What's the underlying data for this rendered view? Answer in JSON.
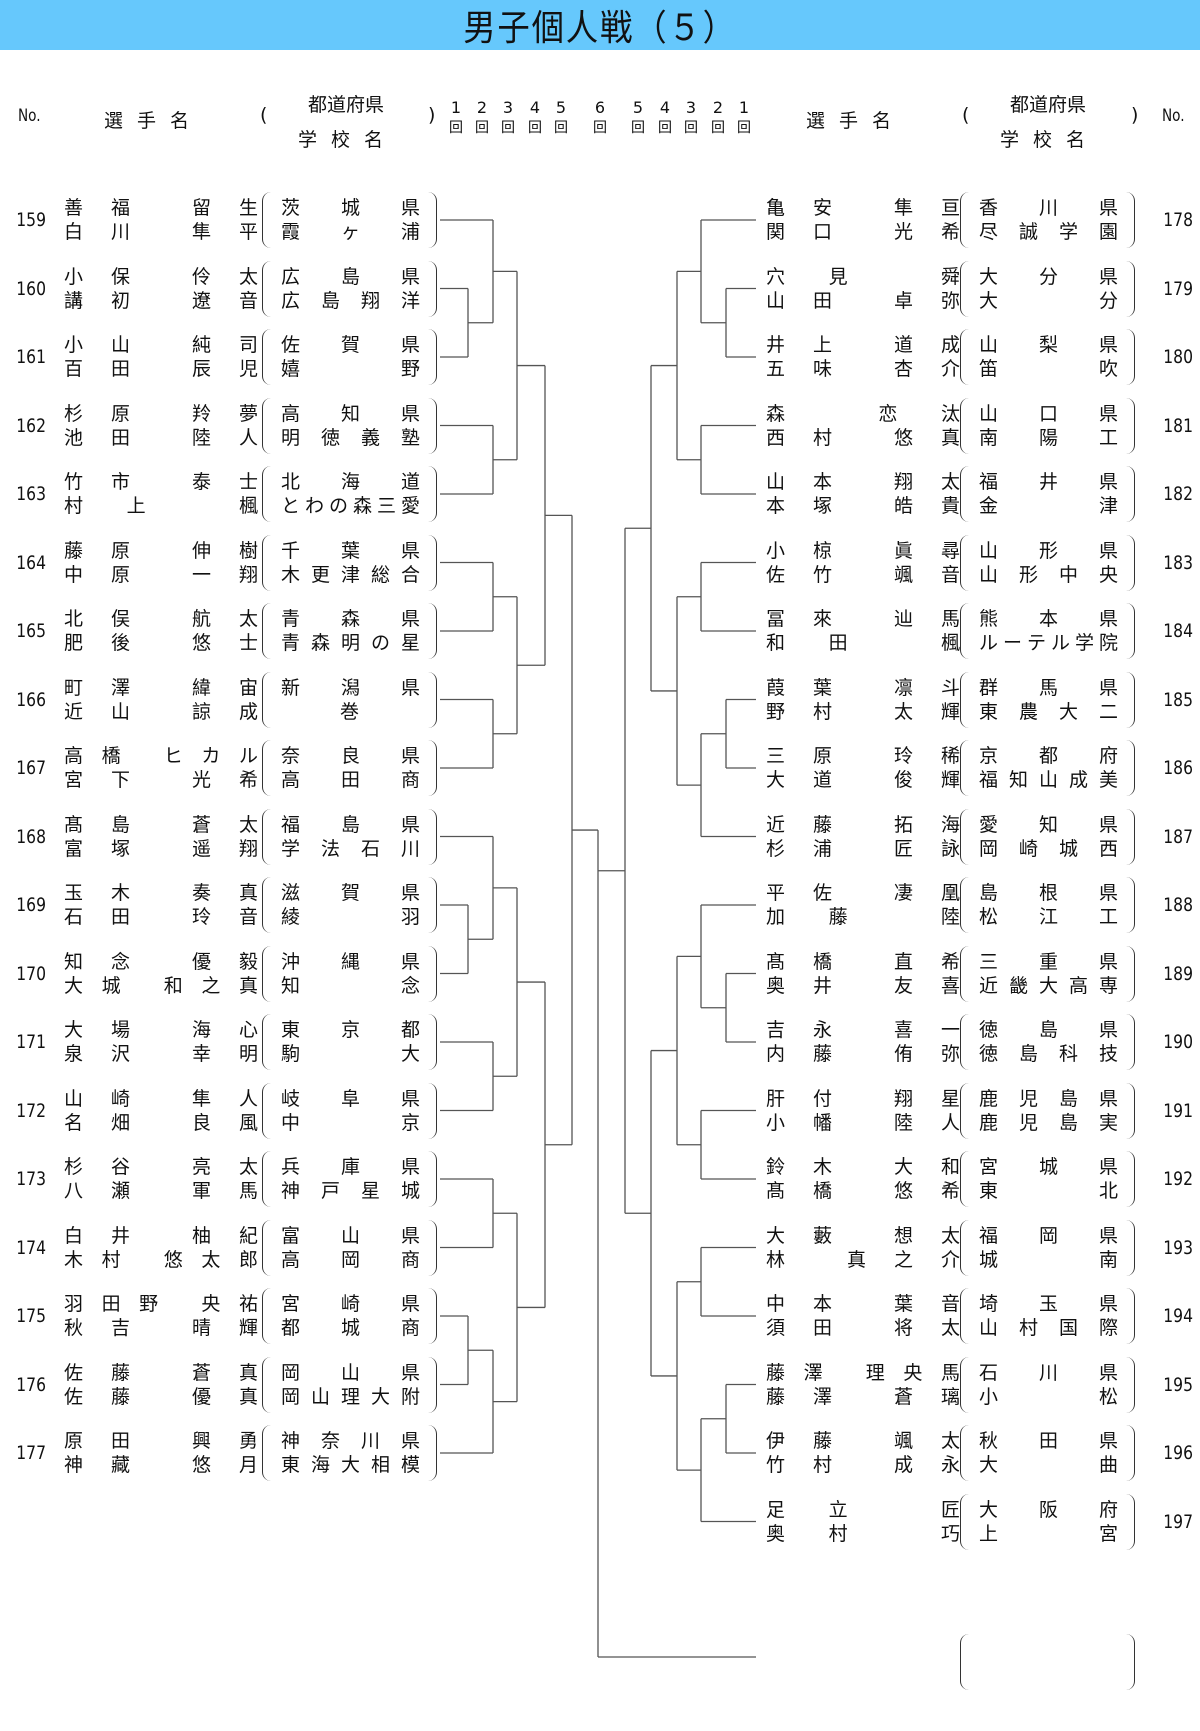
{
  "title": "男子個人戦（５）",
  "header": {
    "no": "No.",
    "player_name": "選手名",
    "prefecture": "都道府県",
    "school": "学校名",
    "paren_open": "(",
    "paren_close": ")",
    "rounds_left": [
      "1",
      "2",
      "3",
      "4",
      "5"
    ],
    "round_center": "6",
    "rounds_right": [
      "5",
      "4",
      "3",
      "2",
      "1"
    ],
    "round_unit": "回"
  },
  "left_entries": [
    {
      "no": "159",
      "p1": "善福 留生",
      "p2": "白川 隼平",
      "pref": "茨城県",
      "school": "霞ヶ浦"
    },
    {
      "no": "160",
      "p1": "小保 伶太",
      "p2": "講初 遼音",
      "pref": "広島県",
      "school": "広島翔洋"
    },
    {
      "no": "161",
      "p1": "小山 純司",
      "p2": "百田 辰児",
      "pref": "佐賀県",
      "school": "嬉野"
    },
    {
      "no": "162",
      "p1": "杉原 羚夢",
      "p2": "池田 陸人",
      "pref": "高知県",
      "school": "明徳義塾"
    },
    {
      "no": "163",
      "p1": "竹市 泰士",
      "p2": "村上 楓",
      "pref": "北海道",
      "school": "とわの森三愛"
    },
    {
      "no": "164",
      "p1": "藤原 伸樹",
      "p2": "中原 一翔",
      "pref": "千葉県",
      "school": "木更津総合"
    },
    {
      "no": "165",
      "p1": "北俣 航太",
      "p2": "肥後 悠士",
      "pref": "青森県",
      "school": "青森明の星"
    },
    {
      "no": "166",
      "p1": "町澤 緯宙",
      "p2": "近山 諒成",
      "pref": "新潟県",
      "school": "巻"
    },
    {
      "no": "167",
      "p1": "高橋 ヒカル",
      "p2": "宮下 光希",
      "pref": "奈良県",
      "school": "高田商"
    },
    {
      "no": "168",
      "p1": "髙島 蒼太",
      "p2": "富塚 遥翔",
      "pref": "福島県",
      "school": "学法石川"
    },
    {
      "no": "169",
      "p1": "玉木 奏真",
      "p2": "石田 玲音",
      "pref": "滋賀県",
      "school": "綾羽"
    },
    {
      "no": "170",
      "p1": "知念 優毅",
      "p2": "大城 和之真",
      "pref": "沖縄県",
      "school": "知念"
    },
    {
      "no": "171",
      "p1": "大場 海心",
      "p2": "泉沢 幸明",
      "pref": "東京都",
      "school": "駒大"
    },
    {
      "no": "172",
      "p1": "山崎 隼人",
      "p2": "名畑 良風",
      "pref": "岐阜県",
      "school": "中京"
    },
    {
      "no": "173",
      "p1": "杉谷 亮太",
      "p2": "八瀬 軍馬",
      "pref": "兵庫県",
      "school": "神戸星城"
    },
    {
      "no": "174",
      "p1": "白井 柚紀",
      "p2": "木村 悠太郎",
      "pref": "富山県",
      "school": "高岡商"
    },
    {
      "no": "175",
      "p1": "羽田野 央祐",
      "p2": "秋吉 晴輝",
      "pref": "宮崎県",
      "school": "都城商"
    },
    {
      "no": "176",
      "p1": "佐藤 蒼真",
      "p2": "佐藤 優真",
      "pref": "岡山県",
      "school": "岡山理大附"
    },
    {
      "no": "177",
      "p1": "原田 興勇",
      "p2": "神藏 悠月",
      "pref": "神奈川県",
      "school": "東海大相模"
    }
  ],
  "right_entries": [
    {
      "no": "178",
      "p1": "亀安 隼亘",
      "p2": "関口 光希",
      "pref": "香川県",
      "school": "尽誠学園"
    },
    {
      "no": "179",
      "p1": "穴見 舜",
      "p2": "山田 卓弥",
      "pref": "大分県",
      "school": "大分"
    },
    {
      "no": "180",
      "p1": "井上 道成",
      "p2": "五味 杏介",
      "pref": "山梨県",
      "school": "笛吹"
    },
    {
      "no": "181",
      "p1": "森 恋汰",
      "p2": "西村 悠真",
      "pref": "山口県",
      "school": "南陽工"
    },
    {
      "no": "182",
      "p1": "山本 翔太",
      "p2": "本塚 皓貴",
      "pref": "福井県",
      "school": "金津"
    },
    {
      "no": "183",
      "p1": "小椋 眞尋",
      "p2": "佐竹 颯音",
      "pref": "山形県",
      "school": "山形中央"
    },
    {
      "no": "184",
      "p1": "冨來 辿馬",
      "p2": "和田 楓",
      "pref": "熊本県",
      "school": "ルーテル学院"
    },
    {
      "no": "185",
      "p1": "葭葉 凛斗",
      "p2": "野村 太輝",
      "pref": "群馬県",
      "school": "東農大二"
    },
    {
      "no": "186",
      "p1": "三原 玲稀",
      "p2": "大道 俊輝",
      "pref": "京都府",
      "school": "福知山成美"
    },
    {
      "no": "187",
      "p1": "近藤 拓海",
      "p2": "杉浦 匠詠",
      "pref": "愛知県",
      "school": "岡崎城西"
    },
    {
      "no": "188",
      "p1": "平佐 凄凰",
      "p2": "加藤 陸",
      "pref": "島根県",
      "school": "松江工"
    },
    {
      "no": "189",
      "p1": "髙橋 直希",
      "p2": "奥井 友喜",
      "pref": "三重県",
      "school": "近畿大高専"
    },
    {
      "no": "190",
      "p1": "吉永 喜一",
      "p2": "内藤 侑弥",
      "pref": "徳島県",
      "school": "徳島科技"
    },
    {
      "no": "191",
      "p1": "肝付 翔星",
      "p2": "小幡 陸人",
      "pref": "鹿児島県",
      "school": "鹿児島実"
    },
    {
      "no": "192",
      "p1": "鈴木 大和",
      "p2": "髙橋 悠希",
      "pref": "宮城県",
      "school": "東北"
    },
    {
      "no": "193",
      "p1": "大藪 想太",
      "p2": "林 真之介",
      "pref": "福岡県",
      "school": "城南"
    },
    {
      "no": "194",
      "p1": "中本 葉音",
      "p2": "須田 将太",
      "pref": "埼玉県",
      "school": "山村国際"
    },
    {
      "no": "195",
      "p1": "藤澤 理央馬",
      "p2": "藤澤 蒼璃",
      "pref": "石川県",
      "school": "小松"
    },
    {
      "no": "196",
      "p1": "伊藤 颯太",
      "p2": "竹村 成永",
      "pref": "秋田県",
      "school": "大曲"
    },
    {
      "no": "197",
      "p1": "足立 匠",
      "p2": "奥村 巧",
      "pref": "大阪府",
      "school": "上宮"
    }
  ],
  "bracket": {
    "left": [
      [
        [
          [
            159,
            [
              160,
              161
            ]
          ],
          [
            162,
            163
          ]
        ],
        [
          [
            164,
            165
          ],
          [
            166,
            167
          ]
        ]
      ],
      [
        [
          [
            168,
            [
              169,
              170
            ]
          ],
          [
            171,
            172
          ]
        ],
        [
          [
            173,
            174
          ],
          [
            [
              175,
              176
            ],
            177
          ]
        ]
      ]
    ],
    "right": [
      [
        [
          [
            178,
            [
              179,
              180
            ]
          ],
          [
            181,
            182
          ]
        ],
        [
          [
            183,
            184
          ],
          [
            [
              185,
              186
            ],
            187
          ]
        ]
      ],
      [
        [
          [
            188,
            [
              189,
              190
            ]
          ],
          [
            191,
            192
          ]
        ],
        [
          [
            193,
            194
          ],
          [
            [
              195,
              196
            ],
            197
          ]
        ]
      ]
    ],
    "line_color": "#555555"
  },
  "colors": {
    "title_bar": "#66c8fc"
  }
}
